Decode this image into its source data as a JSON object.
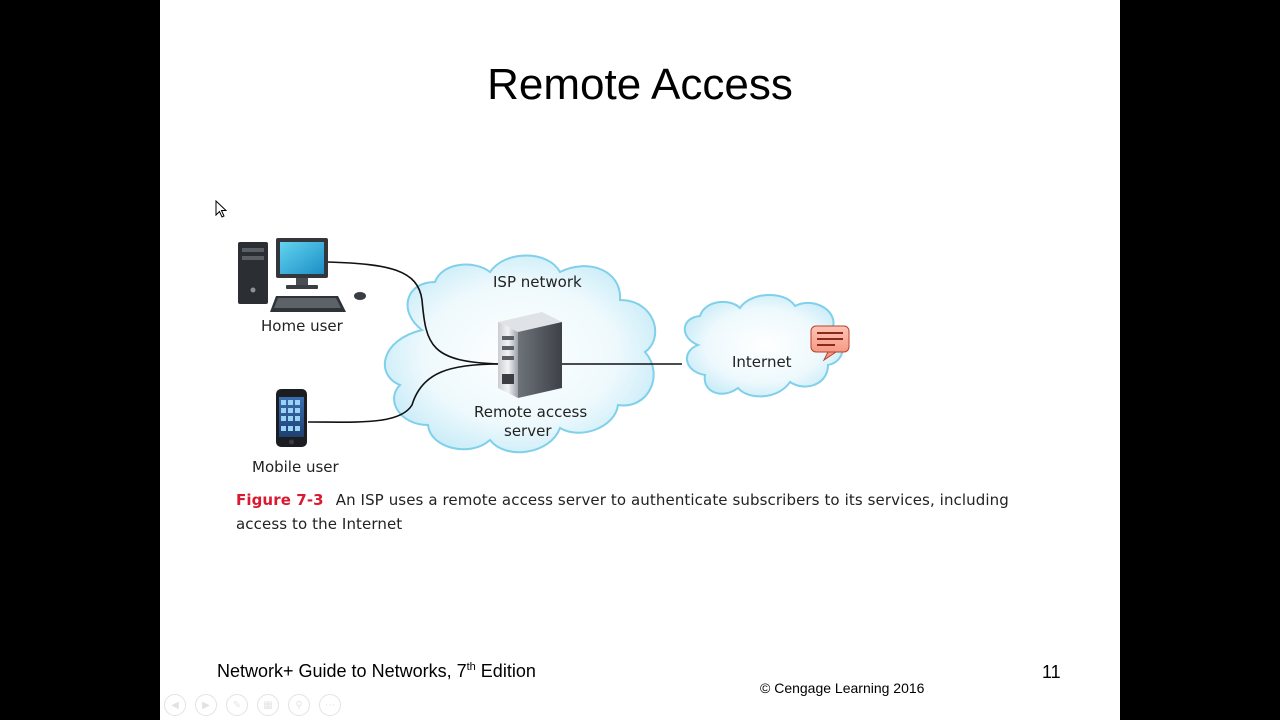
{
  "slide": {
    "title": "Remote Access",
    "diagram": {
      "home_user_label": "Home user",
      "mobile_user_label": "Mobile user",
      "isp_network_label": "ISP network",
      "server_label_line1": "Remote access",
      "server_label_line2": "server",
      "internet_label": "Internet"
    },
    "caption": {
      "figure_label": "Figure 7-3",
      "text": "An ISP uses a remote access server to authenticate subscribers to its services, including access to the Internet"
    },
    "footer": {
      "book_title_prefix": "Network+ Guide to Networks, 7",
      "book_title_sup": "th",
      "book_title_suffix": " Edition",
      "copyright": "© Cengage Learning  2016",
      "page_number": "11"
    }
  },
  "viewer": {
    "nav_icons": [
      "previous-icon",
      "next-icon",
      "pen-icon",
      "slides-icon",
      "zoom-icon",
      "more-icon"
    ]
  }
}
